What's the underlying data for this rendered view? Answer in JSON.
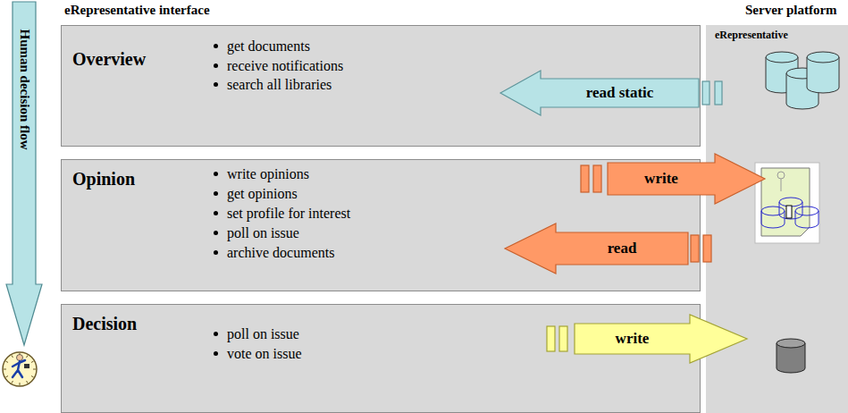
{
  "diagram": {
    "nodes": [
      {
        "text": [
          "Human decision flow"
        ]
      },
      {
        "text": [
          "Overview",
          "get documents",
          "receive notifications",
          "search all libraries"
        ]
      },
      {
        "text": [
          "read static"
        ]
      },
      {
        "text": [
          "Opinion",
          "write opinions",
          "get opinions",
          "set profile for interest",
          "poll on issue",
          "archive documents"
        ]
      },
      {
        "text": [
          "write"
        ]
      },
      {
        "text": [
          "read"
        ]
      },
      {
        "text": [
          "Decision",
          "poll on issue",
          "vote on issue"
        ]
      },
      {
        "text": [
          "write"
        ]
      },
      {
        "text": [
          "Server platform",
          "eRepresentative"
        ]
      }
    ],
    "labels": [
      "eRepresentative interface"
    ]
  }
}
